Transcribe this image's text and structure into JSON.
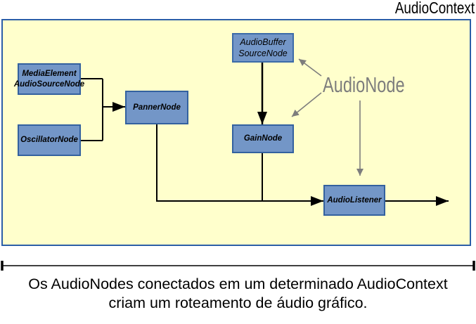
{
  "diagram": {
    "context_label": "AudioContext",
    "audionode_label": "AudioNode",
    "nodes": {
      "media_element": {
        "label": "MediaElement\nAudioSourceNode"
      },
      "oscillator": {
        "label": "OscillatorNode"
      },
      "panner": {
        "label": "PannerNode"
      },
      "audio_buffer": {
        "label": "AudioBuffer\nSourceNode"
      },
      "gain": {
        "label": "GainNode"
      },
      "listener": {
        "label": "AudioListener"
      }
    },
    "colors": {
      "canvas_background": "#FFFFCC",
      "container_border": "#2B5EA7",
      "node_fill": "#7396C7",
      "node_border": "#33619F",
      "audionode_gray": "#7D7D7D",
      "connector_black": "#000000"
    }
  },
  "caption": {
    "text": "Os AudioNodes conectados em um determinado AudioContext\ncriam um roteamento de áudio gráfico."
  }
}
